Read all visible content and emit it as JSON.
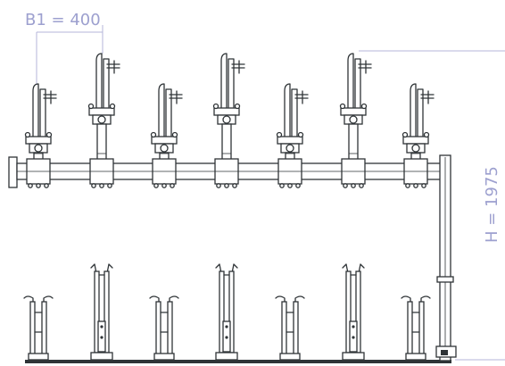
{
  "dimensions": {
    "width_label": "B1 = 400",
    "height_label": "H = 1975"
  },
  "colors": {
    "ink": "#2f3437",
    "dimension": "#9da0cf"
  },
  "rack": {
    "upper_slots": 7,
    "lower_slots": 7,
    "upper_slot_heights": [
      "low",
      "high",
      "low",
      "high",
      "low",
      "high",
      "low"
    ]
  }
}
